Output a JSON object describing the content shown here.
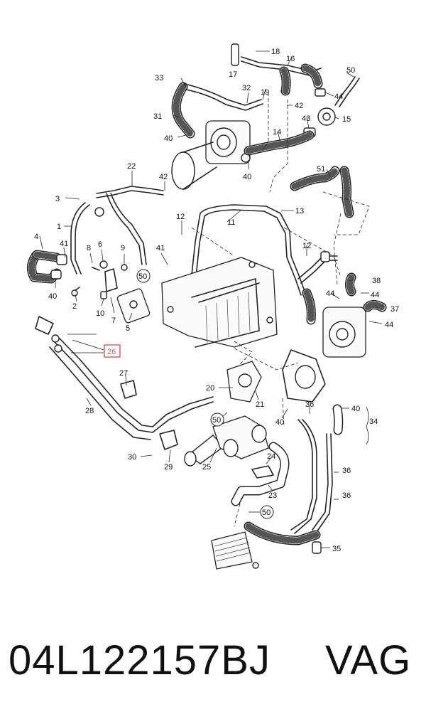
{
  "diagram": {
    "highlight_color": "#e0505a",
    "highlighted_callout": "26",
    "callouts": {
      "c1": "1",
      "c2": "2",
      "c3": "3",
      "c4": "4",
      "c5": "5",
      "c6": "6",
      "c7": "7",
      "c8": "8",
      "c9": "9",
      "c10": "10",
      "c11": "11",
      "c12": "12",
      "c12b": "12",
      "c13": "13",
      "c14": "14",
      "c15": "15",
      "c16": "16",
      "c17": "17",
      "c18": "18",
      "c19": "19",
      "c20": "20",
      "c21": "21",
      "c22": "22",
      "c23": "23",
      "c24": "24",
      "c25": "25",
      "c26": "26",
      "c27": "27",
      "c28": "28",
      "c29": "29",
      "c30": "30",
      "c31": "31",
      "c32": "32",
      "c33": "33",
      "c34": "34",
      "c35": "35",
      "c36a": "36",
      "c36b": "36",
      "c36c": "36",
      "c37": "37",
      "c38": "38",
      "c40a": "40",
      "c40b": "40",
      "c40c": "40",
      "c40d": "40",
      "c40e": "40",
      "c41a": "41",
      "c41b": "41",
      "c42a": "42",
      "c42b": "42",
      "c43": "43",
      "c44a": "44",
      "c44b": "44",
      "c44c": "44",
      "c44d": "44",
      "c50a": "50",
      "c50b": "50",
      "c50c": "50",
      "c50d": "50",
      "c51": "51"
    }
  },
  "footer": {
    "part_number": "04L122157BJ",
    "brand": "VAG"
  }
}
